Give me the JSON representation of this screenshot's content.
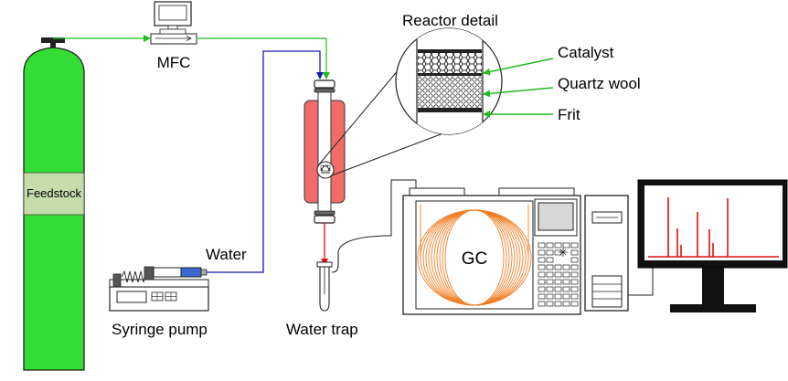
{
  "labels": {
    "feedstock": "Feedstock",
    "mfc": "MFC",
    "reactor_detail": "Reactor detail",
    "catalyst": "Catalyst",
    "quartz_wool": "Quartz wool",
    "frit": "Frit",
    "water": "Water",
    "syringe_pump": "Syringe pump",
    "water_trap": "Water trap",
    "gc": "GC"
  },
  "colors": {
    "cylinder": "#33dd33",
    "feedstock_label_bg": "#c6dcaa",
    "gas_line": "#22bb22",
    "water_line": "#1a1aaa",
    "outlet_line": "#dd1111",
    "furnace": "#f26b6b",
    "gc_coil": "#f07f26",
    "chromatogram": "#dd1111"
  }
}
